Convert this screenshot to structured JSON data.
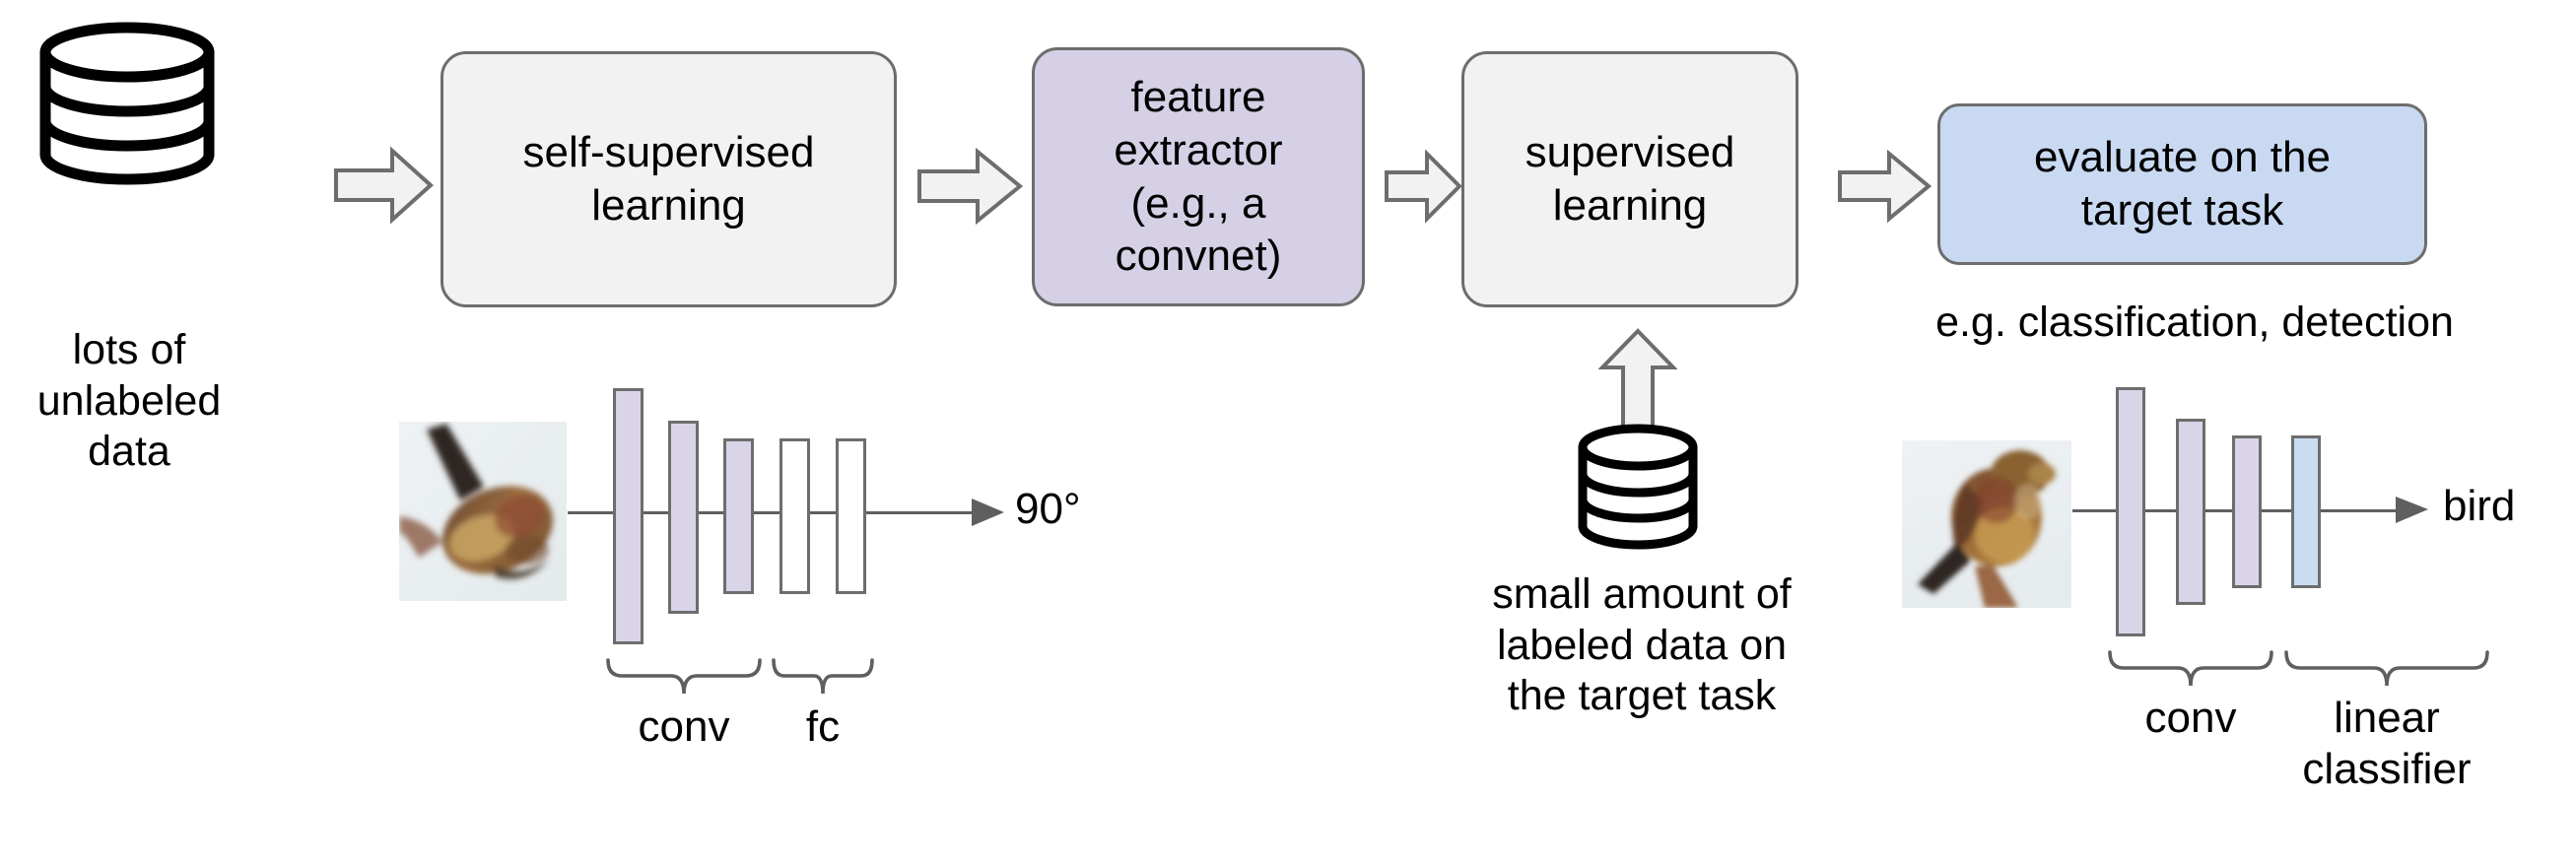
{
  "diagram": {
    "title": "self-supervised learning pipeline",
    "colors": {
      "box_grey_fill": "#f2f2f2",
      "box_lavender_fill": "#d5d0e5",
      "box_blue_fill": "#c9d9f2",
      "box_stroke": "#6d6d6d",
      "arrow_fill": "#f2f2f2",
      "arrow_stroke": "#6d6d6d",
      "conv_bar_fill": "#d9d4e8",
      "fc_bar_fill": "#ffffff",
      "linear_bar_fill": "#c9dcf2",
      "line": "#5f5f5f",
      "text": "#000000"
    },
    "pipeline": {
      "boxes": [
        {
          "id": "self-supervised-learning",
          "label": "self-supervised\nlearning",
          "fill": "grey"
        },
        {
          "id": "feature-extractor",
          "label": "feature\nextractor\n(e.g., a\nconvnet)",
          "fill": "lavender"
        },
        {
          "id": "supervised-learning",
          "label": "supervised\nlearning",
          "fill": "grey"
        },
        {
          "id": "evaluate-target-task",
          "label": "evaluate on the\ntarget task",
          "fill": "blue"
        }
      ],
      "arrows": [
        {
          "id": "arrow-unlabeled-to-ssl",
          "direction": "right"
        },
        {
          "id": "arrow-ssl-to-extractor",
          "direction": "right"
        },
        {
          "id": "arrow-extractor-to-supervised",
          "direction": "right"
        },
        {
          "id": "arrow-supervised-to-evaluate",
          "direction": "right"
        },
        {
          "id": "arrow-labeled-to-supervised",
          "direction": "up"
        }
      ]
    },
    "datastores": [
      {
        "id": "unlabeled-data",
        "icon": "database-cylinder-icon",
        "caption": "lots of\nunlabeled\ndata"
      },
      {
        "id": "labeled-data",
        "icon": "database-cylinder-icon",
        "caption": "small amount of\nlabeled data on\nthe target task"
      }
    ],
    "eval_caption": "e.g. classification, detection",
    "networks": [
      {
        "id": "pretext-network",
        "input_image": "bird-rotated-thumbnail",
        "output_label": "90°",
        "bars": [
          {
            "kind": "conv",
            "fill": "lav"
          },
          {
            "kind": "conv",
            "fill": "lav"
          },
          {
            "kind": "conv",
            "fill": "lav"
          },
          {
            "kind": "fc",
            "fill": "white"
          },
          {
            "kind": "fc",
            "fill": "white"
          }
        ],
        "braces": [
          {
            "id": "brace-conv",
            "label": "conv"
          },
          {
            "id": "brace-fc",
            "label": "fc"
          }
        ]
      },
      {
        "id": "downstream-network",
        "input_image": "bird-upright-thumbnail",
        "output_label": "bird",
        "bars": [
          {
            "kind": "conv",
            "fill": "lav"
          },
          {
            "kind": "conv",
            "fill": "lav"
          },
          {
            "kind": "conv",
            "fill": "lav"
          },
          {
            "kind": "linear",
            "fill": "blue"
          }
        ],
        "braces": [
          {
            "id": "brace-conv",
            "label": "conv"
          },
          {
            "id": "brace-linear",
            "label": "linear\nclassifier"
          }
        ]
      }
    ]
  }
}
